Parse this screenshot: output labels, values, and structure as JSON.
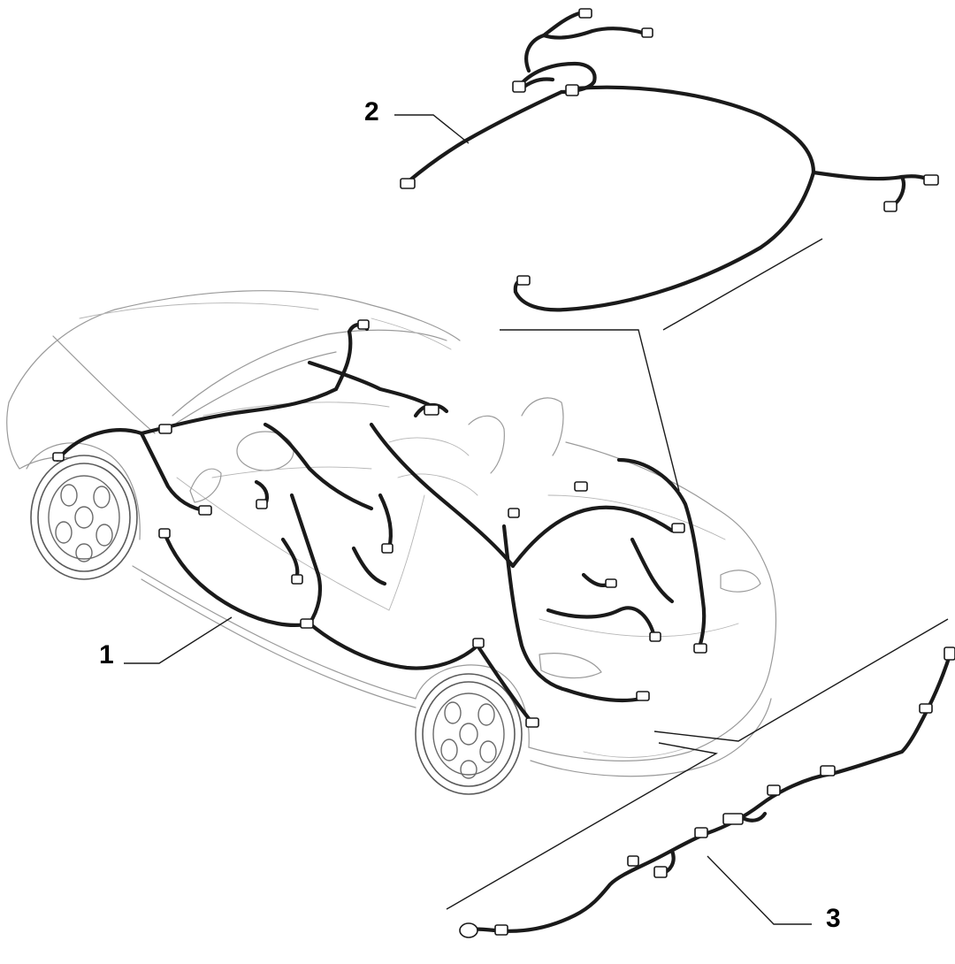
{
  "diagram": {
    "callouts": [
      {
        "id": "1",
        "label": "1"
      },
      {
        "id": "2",
        "label": "2"
      },
      {
        "id": "3",
        "label": "3"
      }
    ],
    "colors": {
      "wire": "#1a1a1a",
      "outline": "#9a9a9a",
      "background": "#ffffff"
    }
  }
}
